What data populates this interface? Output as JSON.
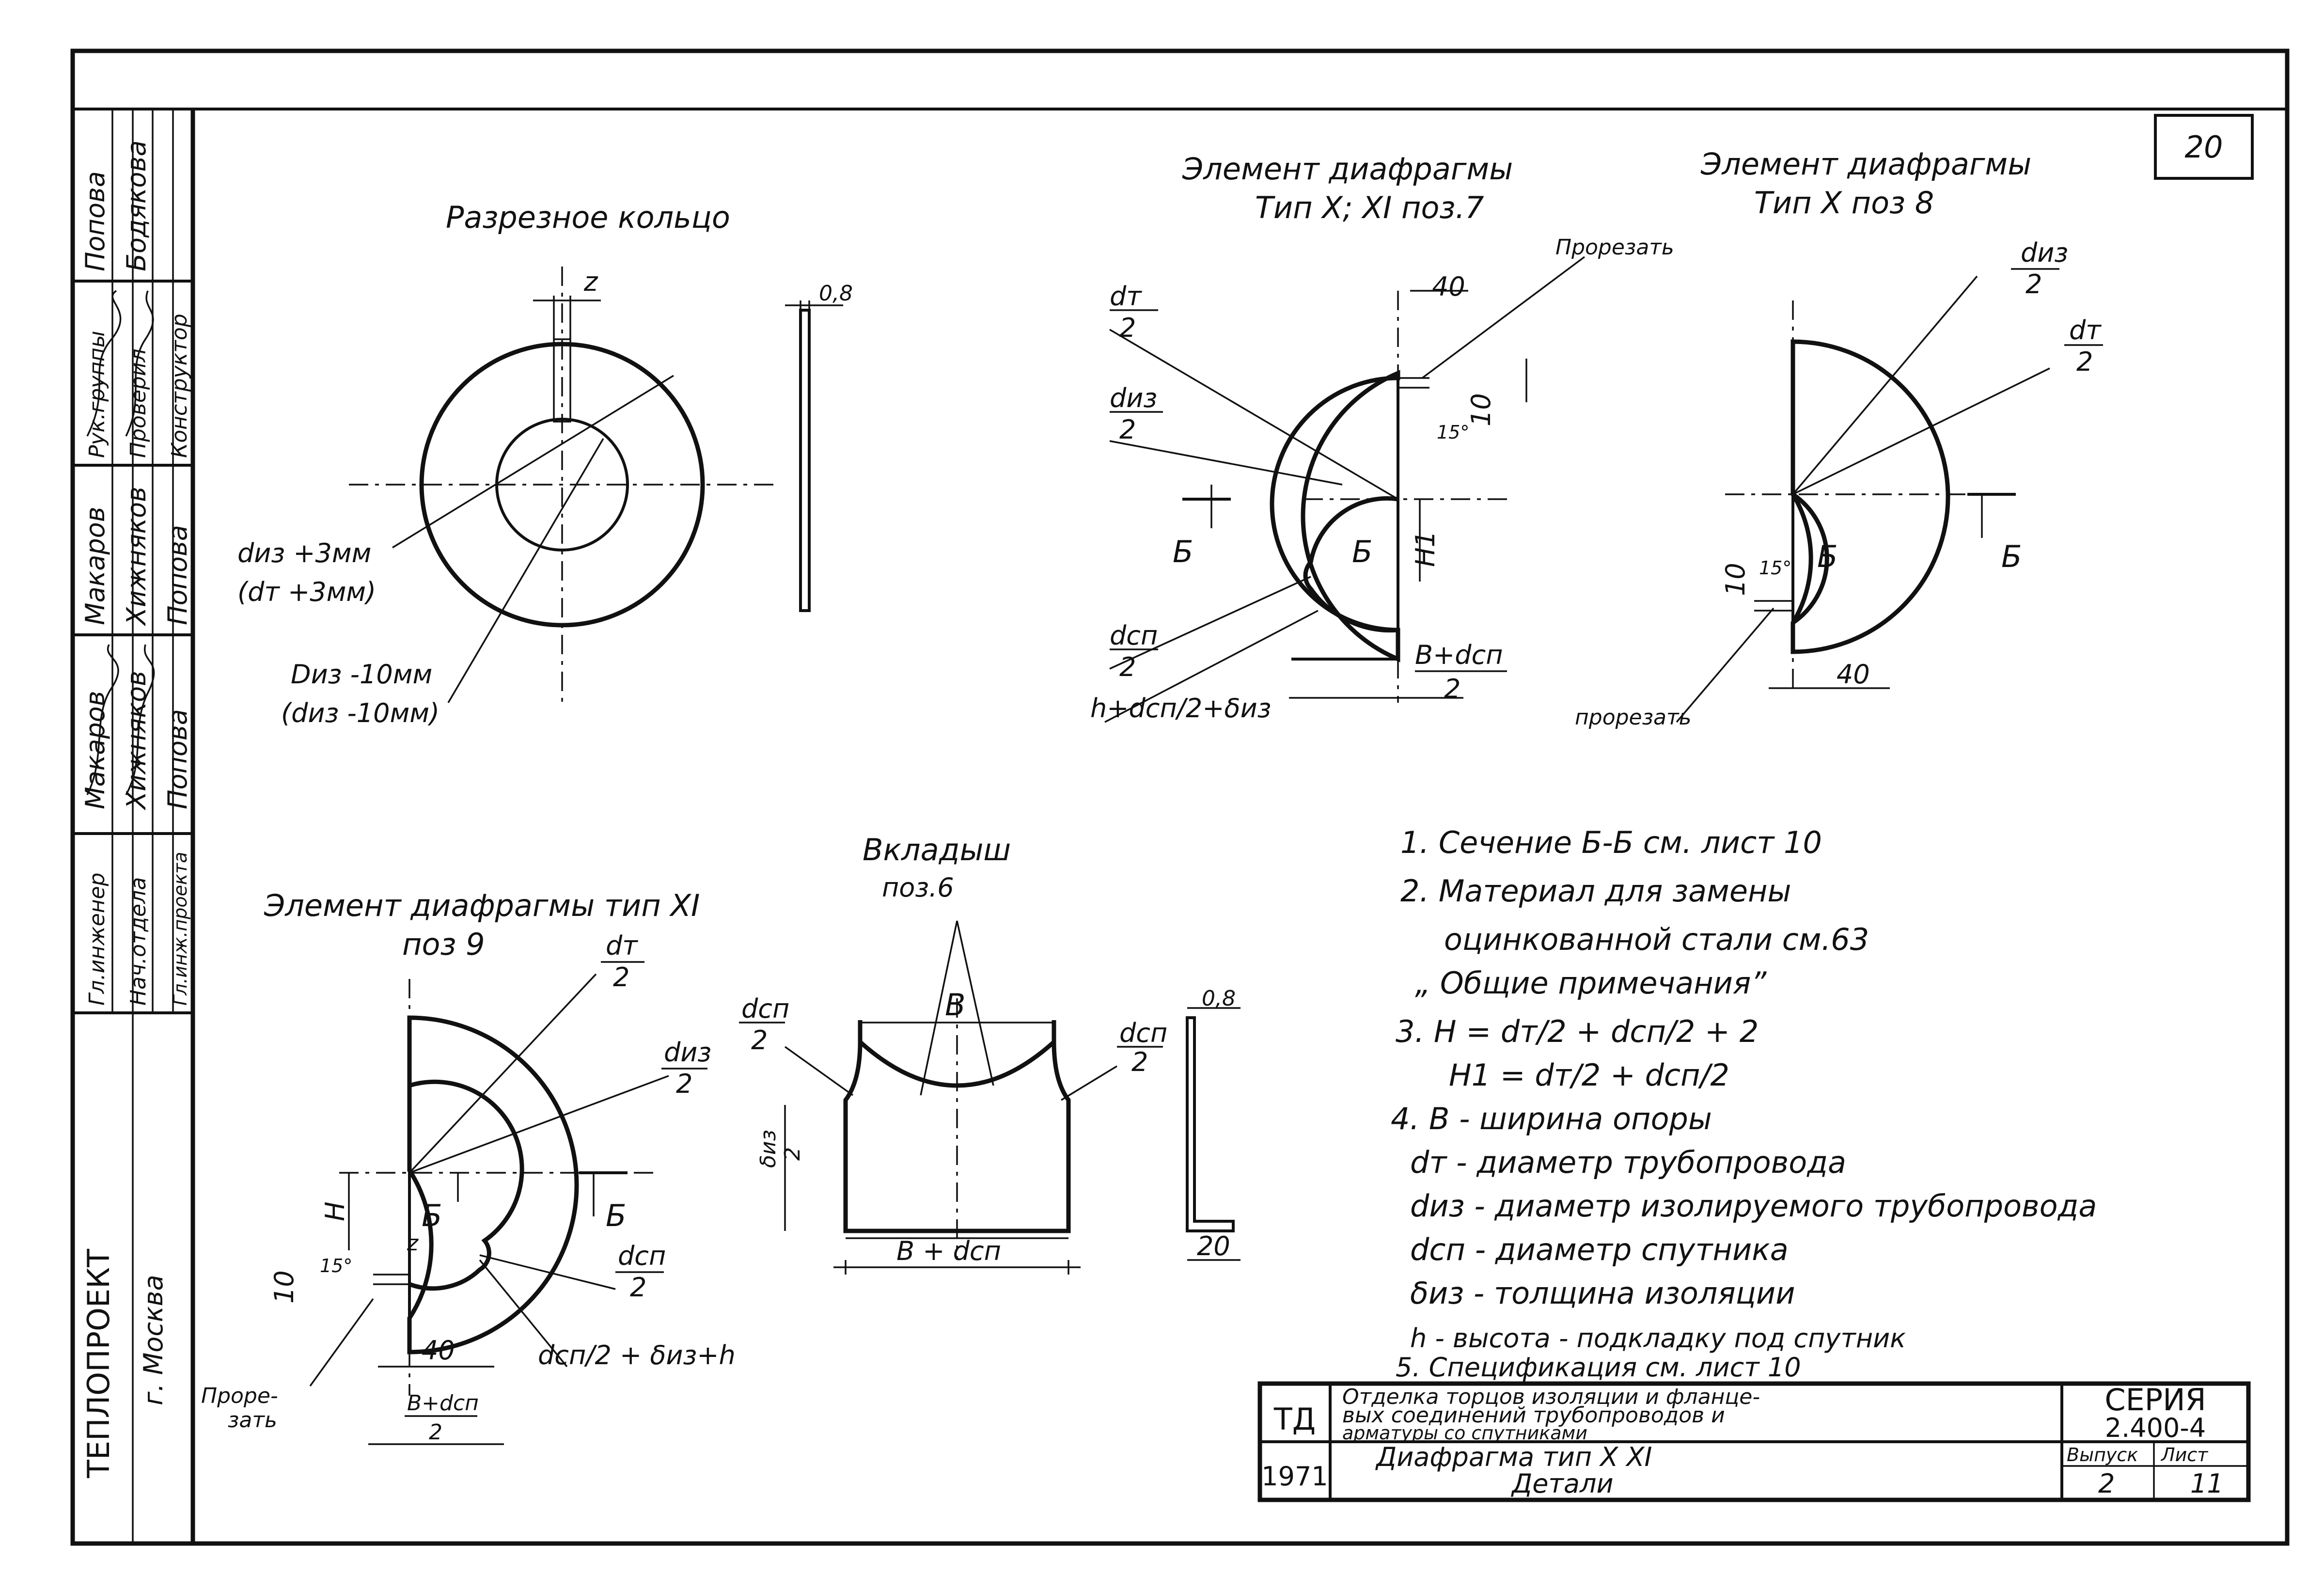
{
  "sheet": {
    "page_number": "20",
    "org": {
      "name": "ТЕПЛОПРОЕКТ",
      "city": "г. Москва"
    },
    "roles": [
      {
        "role": "Гл.инженер",
        "name": "Макаров"
      },
      {
        "role": "Нач.отдела",
        "name": "Хижняков"
      },
      {
        "role": "Гл.инж.проекта",
        "name": "Попова"
      },
      {
        "role": "Рук.группы",
        "name": "Попова"
      },
      {
        "role": "Проверил",
        "name": "Бодякова"
      },
      {
        "role": "Конструктор",
        "name": ""
      }
    ]
  },
  "ring": {
    "title": "Разрезное кольцо",
    "gap": "z",
    "thickness": "0,8",
    "outer_1": "dиз +3мм",
    "outer_2": "(dт +3мм)",
    "inner_1": "Dиз -10мм",
    "inner_2": "(dиз -10мм)"
  },
  "el7": {
    "title_1": "Элемент диафрагмы",
    "title_2": "Тип X; XI поз.7",
    "cut": "Прорезать",
    "dim_40": "40",
    "dim_10": "10",
    "angle": "15°",
    "dt": "dт",
    "diz": "dиз",
    "two": "2",
    "section": "Б",
    "h1": "H1",
    "dsp": "dсп",
    "bdsp": "В+dсп",
    "h_formula": "h+dсп/2+δиз"
  },
  "el8": {
    "title_1": "Элемент диафрагмы",
    "title_2": "Тип X   поз 8",
    "diz": "dиз",
    "dt": "dт",
    "two": "2",
    "section": "Б",
    "dim_10": "10",
    "angle": "15°",
    "dim_40": "40",
    "cut": "прорезать"
  },
  "insert": {
    "title_1": "Вкладыш",
    "title_2": "поз.6",
    "b": "В",
    "dsp": "dсп",
    "two": "2",
    "thick": "0,8",
    "diz": "δиз",
    "bdsp": "В + dсп",
    "dim_20": "20"
  },
  "el9": {
    "title_1": "Элемент диафрагмы тип XI",
    "title_2": "поз 9",
    "dt": "dт",
    "diz": "dиз",
    "dsp": "dсп",
    "two": "2",
    "z": "z",
    "section": "Б",
    "h": "H",
    "dim_10": "10",
    "angle": "15°",
    "dim_40": "40",
    "cut_1": "Проре-",
    "cut_2": "зать",
    "formula": "dсп/2 + δиз+h",
    "bdsp": "В+dсп"
  },
  "notes": [
    "1. Сечение Б-Б см. лист 10",
    "2. Материал для замены",
    "оцинкованной стали см.63",
    "„ Общие примечания”",
    "3.   H = dт/2 + dсп/2 + 2",
    "H1 = dт/2 + dсп/2",
    "4. В - ширина опоры",
    "dт - диаметр трубопровода",
    "dиз - диаметр изолируемого трубопровода",
    "dсп - диаметр спутника",
    "δиз - толщина изоляции",
    "h - высота - подкладку под спутник",
    "5. Спецификация см. лист 10"
  ],
  "stamp": {
    "td": "ТД",
    "year": "1971",
    "desc_1": "Отделка торцов изоляции и фланце-",
    "desc_2": "вых соединений трубопроводов и",
    "desc_3": "арматуры со спутниками",
    "title_1": "Диафрагма тип X XI",
    "title_2": "Детали",
    "series_label": "СЕРИЯ",
    "series": "2.400-4",
    "issue_label": "Выпуск",
    "issue": "2",
    "sheet_label": "Лист",
    "sheet": "11"
  }
}
